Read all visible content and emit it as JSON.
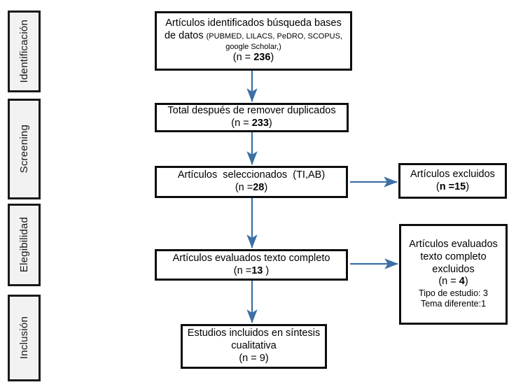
{
  "diagram": {
    "type": "prisma-flow-diagram",
    "language": "es",
    "colors": {
      "box_border": "#0d0d0d",
      "box_fill": "#ffffff",
      "stage_fill": "#f2f2f2",
      "stage_border": "#1a1a1a",
      "arrow": "#3d6fa5",
      "text": "#000000"
    }
  },
  "stages": [
    {
      "id": "identificacion",
      "label": "Identificación"
    },
    {
      "id": "screening",
      "label": "Screening"
    },
    {
      "id": "elegibilidad",
      "label": "Elegibilidad"
    },
    {
      "id": "inclusion",
      "label": "Inclusión"
    }
  ],
  "nodes": {
    "identified": {
      "line1": "Artículos identificados búsqueda bases",
      "line2_main": "de datos ",
      "line2_small": "(PUBMED, LILACS, PeDRO, SCOPUS,",
      "line3_small": "google Scholar,)",
      "count_prefix": "(n = ",
      "count_value": "236",
      "count_suffix": ")"
    },
    "deduplicated": {
      "line1": "Total después de remover duplicados",
      "count_prefix": "(n = ",
      "count_value": "233",
      "count_suffix": ")"
    },
    "screened": {
      "line1": "Artículos  seleccionados  (TI,AB)",
      "count_prefix": "(n =",
      "count_value": "28",
      "count_suffix": ")"
    },
    "screened_excluded": {
      "line1": "Artículos excluidos",
      "count_prefix": "(",
      "count_value": "n =15",
      "count_suffix": ")"
    },
    "fulltext_assessed": {
      "line1": "Artículos evaluados texto completo",
      "count_prefix": "(n =",
      "count_value": "13",
      "count_suffix": " )"
    },
    "fulltext_excluded": {
      "line1": "Artículos evaluados",
      "line2": "texto completo",
      "line3": "excluidos",
      "count_prefix": "(n = ",
      "count_value": "4",
      "count_suffix": ")",
      "reason1": "Tipo de estudio: 3",
      "reason2": "Tema diferente:1"
    },
    "included": {
      "line1": "Estudios incluidos en síntesis",
      "line2": "cualitativa",
      "count_prefix": "(n = ",
      "count_value": "9",
      "count_suffix": ")"
    }
  },
  "connections": [
    {
      "from": "identified",
      "to": "deduplicated",
      "direction": "down"
    },
    {
      "from": "deduplicated",
      "to": "screened",
      "direction": "down"
    },
    {
      "from": "screened",
      "to": "screened_excluded",
      "direction": "right"
    },
    {
      "from": "screened",
      "to": "fulltext_assessed",
      "direction": "down"
    },
    {
      "from": "fulltext_assessed",
      "to": "fulltext_excluded",
      "direction": "right"
    },
    {
      "from": "fulltext_assessed",
      "to": "included",
      "direction": "down"
    }
  ]
}
